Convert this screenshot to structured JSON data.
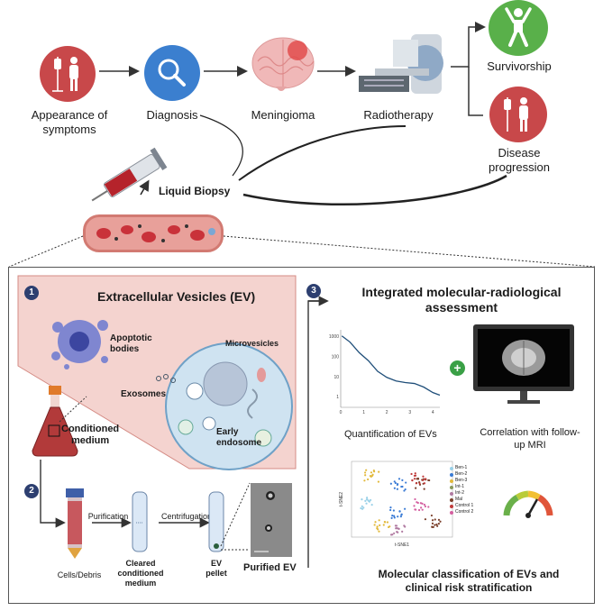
{
  "top_flow": {
    "step1": "Appearance of symptoms",
    "step1_a": "Appearance of",
    "step1_b": "symptoms",
    "step2": "Diagnosis",
    "step3": "Meningioma",
    "step4": "Radiotherapy",
    "outcome1": "Survivorship",
    "outcome2_a": "Disease",
    "outcome2_b": "progression",
    "biopsy": "Liquid Biopsy"
  },
  "panel1": {
    "number": "1",
    "title": "Extracellular Vesicles (EV)",
    "apoptotic_a": "Apoptotic",
    "apoptotic_b": "bodies",
    "microvesicles": "Microvesicles",
    "exosomes": "Exosomes",
    "endosome_a": "Early",
    "endosome_b": "endosome",
    "conditioned_a": "Conditioned",
    "conditioned_b": "medium"
  },
  "panel2": {
    "number": "2",
    "purification": "Purification",
    "centrifugation": "Centrifugation",
    "cells_debris": "Cells/Debris",
    "cleared_a": "Cleared",
    "cleared_b": "conditioned",
    "cleared_c": "medium",
    "ev_a": "EV",
    "ev_b": "pellet",
    "purified": "Purified EV"
  },
  "panel3": {
    "number": "3",
    "title_a": "Integrated molecular-radiological",
    "title_b": "assessment",
    "quant": "Quantification of EVs",
    "mri_a": "Correlation with follow-",
    "mri_b": "up MRI",
    "classif_a": "Molecular classification of EVs and",
    "classif_b": "clinical risk stratification",
    "tsne_x": "t-SNE1",
    "tsne_y": "t-SNE2",
    "legend": [
      "Ben-1",
      "Ben-2",
      "Ben-3",
      "Int-1",
      "Int-2",
      "Mal",
      "Control 1",
      "Control 2"
    ],
    "legend_colors": [
      "#9ad1e8",
      "#3a7bd5",
      "#e2b93b",
      "#8a9a5b",
      "#b07aa1",
      "#7a3f2a",
      "#c03a3a",
      "#d45fa0"
    ]
  },
  "chart_data": {
    "type": "line",
    "title": "",
    "xlabel": "",
    "ylabel": "",
    "y_scale": "log",
    "x_ticks": [
      "0",
      "1",
      "2",
      "3",
      "4"
    ],
    "y_ticks": [
      "1",
      "10",
      "100",
      "1000"
    ],
    "xlim": [
      0,
      4.3
    ],
    "ylim": [
      0.3,
      2000
    ],
    "series": [
      {
        "x": [
          0.05,
          0.4,
          0.8,
          1.2,
          1.6,
          2.0,
          2.4,
          2.8,
          3.2,
          3.6,
          4.0,
          4.3
        ],
        "y": [
          1000,
          500,
          150,
          60,
          18,
          9,
          6,
          5,
          4.5,
          3,
          1.6,
          1.2
        ]
      }
    ]
  }
}
